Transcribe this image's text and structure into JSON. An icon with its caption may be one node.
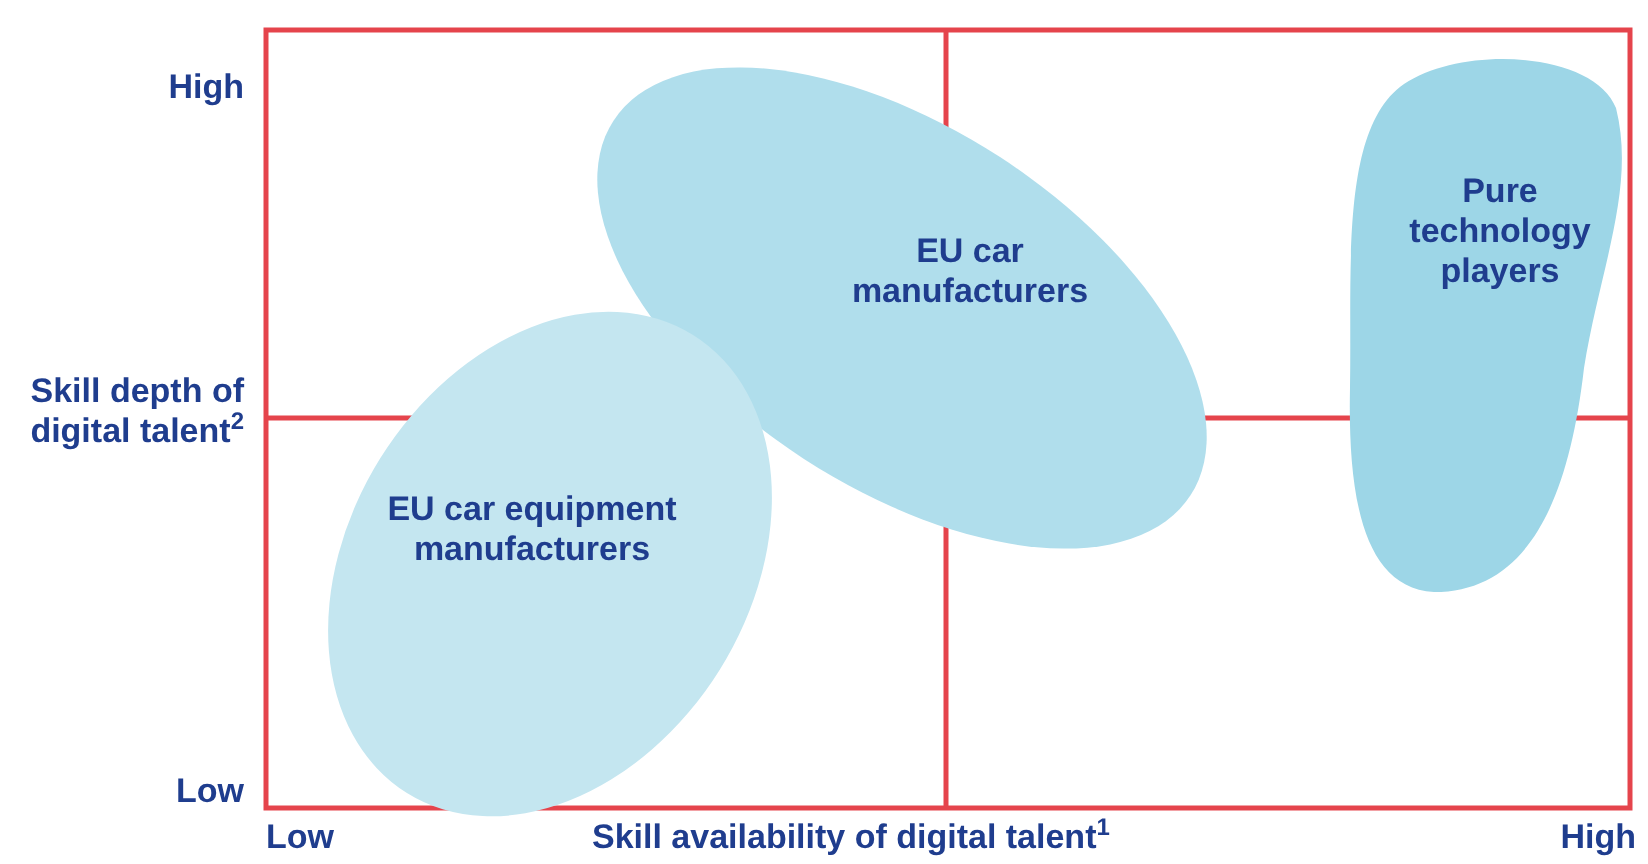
{
  "diagram": {
    "nodes": [
      {
        "text": [
          "EU car manufacturers"
        ]
      },
      {
        "text": [
          "Pure technology players"
        ]
      },
      {
        "text": [
          "EU car equipment manufacturers"
        ]
      }
    ],
    "labels": [
      "High",
      "Skill depth of digital talent$^{2}$",
      "Low",
      "Low",
      "Skill availability of digital talent$^{1}$",
      "High"
    ]
  }
}
